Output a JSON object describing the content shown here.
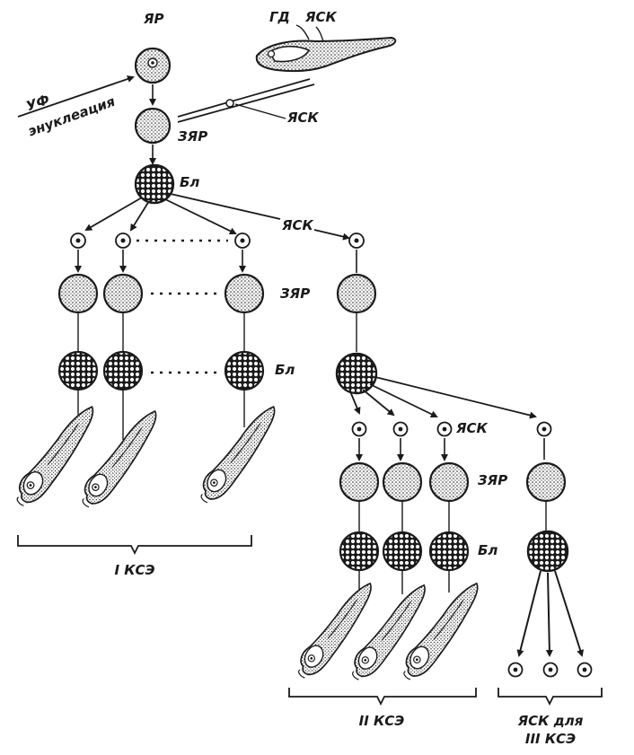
{
  "labels": {
    "yar": "ЯР",
    "gd": "ГД",
    "yask_top": "ЯСК",
    "yask_pipette": "ЯСК",
    "uf": "УФ",
    "enucleation": "энуклеация",
    "zyar1": "ЗЯР",
    "bl1": "Бл",
    "yask_mid": "ЯСК",
    "zyar2": "ЗЯР",
    "bl2": "Бл",
    "yask_gen2": "ЯСК",
    "zyar3": "ЗЯР",
    "bl3": "Бл"
  },
  "captions": {
    "kse1": "I КСЭ",
    "kse2": "II КСЭ",
    "yask_for": "ЯСК для",
    "kse3": "III КСЭ"
  },
  "colors": {
    "ink": "#1a1a1a",
    "paper": "#ffffff"
  }
}
